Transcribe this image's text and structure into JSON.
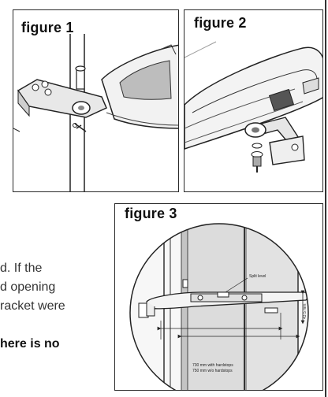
{
  "figures": [
    {
      "label": "figure 1"
    },
    {
      "label": "figure 2"
    },
    {
      "label": "figure 3",
      "annotations": {
        "split_level": "Split level",
        "height_mm": "43.5 mm",
        "with_hardstops": "730 mm with hardstops",
        "without_hardstops": "750 mm w/o hardstops"
      }
    }
  ],
  "body_text": {
    "line1": "d. If the",
    "line2": "d opening",
    "line3": "racket were",
    "line4": "here is no"
  }
}
